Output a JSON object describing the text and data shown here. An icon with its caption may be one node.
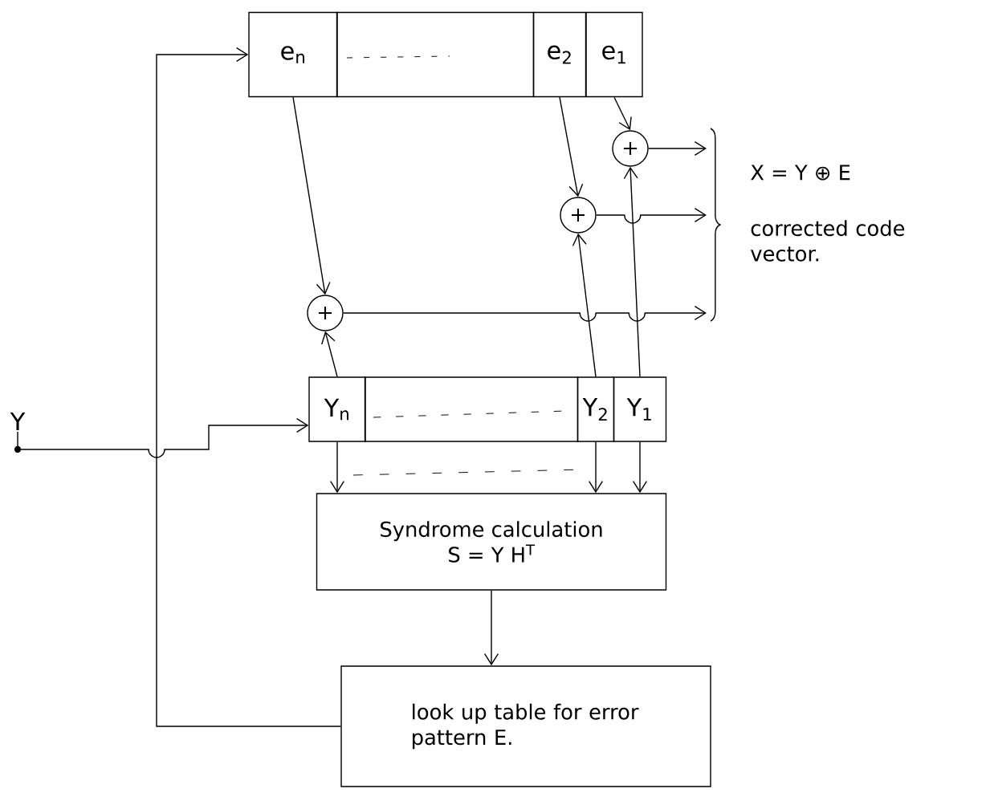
{
  "diagram": {
    "nodes": [
      {
        "text": [
          "e$_{n}$"
        ]
      },
      {
        "text": [],
        "shape": "box"
      },
      {
        "text": [
          "e$_{2}$"
        ]
      },
      {
        "text": [
          "e$_{1}$"
        ]
      },
      {
        "text": [
          "+"
        ]
      },
      {
        "text": [
          "+"
        ]
      },
      {
        "text": [
          "+"
        ]
      },
      {
        "text": [
          "Y$_{n}$"
        ]
      },
      {
        "text": [],
        "shape": "box"
      },
      {
        "text": [
          "Y$_{2}$"
        ]
      },
      {
        "text": [
          "Y$_{1}$"
        ]
      },
      {
        "text": [
          "Syndrome calculation",
          "S = Y H$^{T}$"
        ]
      },
      {
        "text": [
          "look up table for error pattern E."
        ]
      },
      {
        "text": [
          "Y"
        ]
      }
    ],
    "edges": [
      {
        "from": 13,
        "to": 7,
        "arrow": "to"
      },
      {
        "from": 12,
        "to": 0,
        "arrow": "to"
      },
      {
        "from": 0,
        "to": 6,
        "arrow": "to"
      },
      {
        "from": 2,
        "to": 5,
        "arrow": "to"
      },
      {
        "from": 3,
        "to": 4,
        "arrow": "to"
      },
      {
        "from": 7,
        "to": 6,
        "arrow": "to"
      },
      {
        "from": 9,
        "to": 5,
        "arrow": "to"
      },
      {
        "from": 10,
        "to": 4,
        "arrow": "to"
      },
      {
        "from": 4,
        "to": null,
        "arrow": "to"
      },
      {
        "from": 5,
        "to": null,
        "arrow": "to"
      },
      {
        "from": 6,
        "to": null,
        "arrow": "to"
      },
      {
        "from": 7,
        "to": 11,
        "arrow": "to"
      },
      {
        "from": 9,
        "to": 11,
        "arrow": "to"
      },
      {
        "from": 10,
        "to": 11,
        "arrow": "to"
      },
      {
        "from": 11,
        "to": 12,
        "arrow": "to"
      }
    ],
    "labels": [
      "X = Y ⊕ E",
      "corrected code vector."
    ]
  }
}
